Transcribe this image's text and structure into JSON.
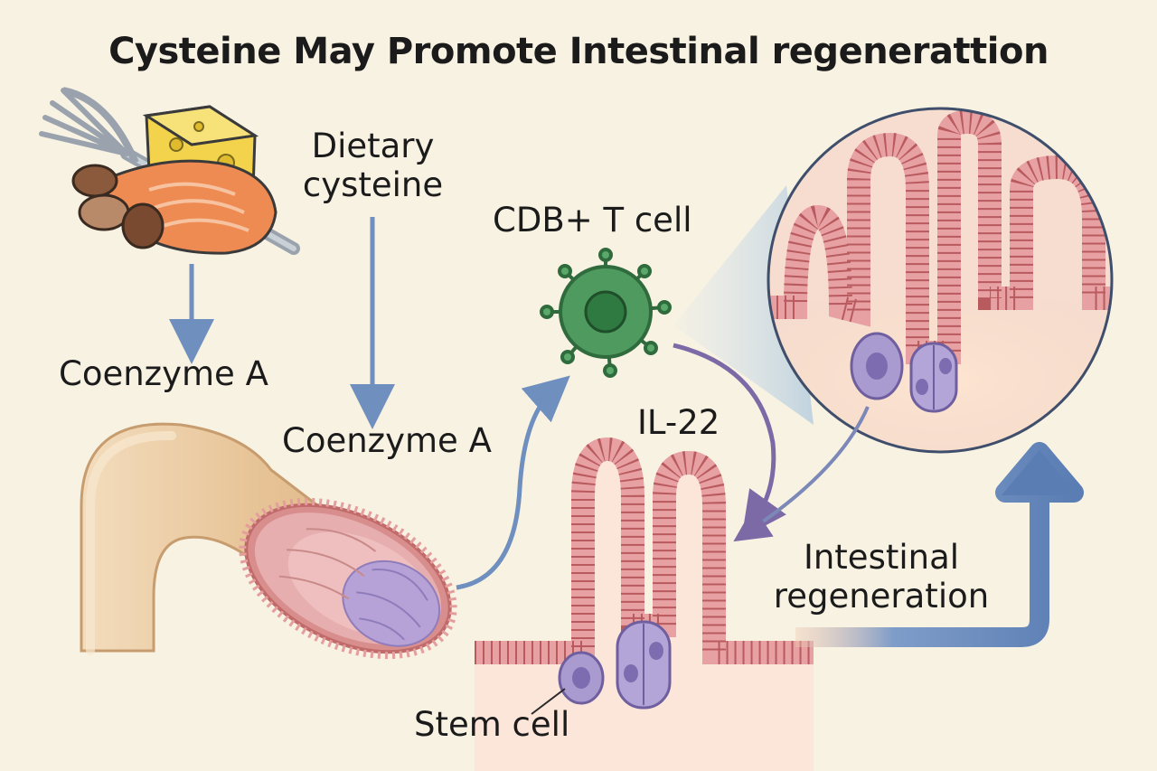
{
  "title": "Cysteine May Promote Intestinal regenerattion",
  "labels": {
    "dietary_cysteine_line1": "Dietary",
    "dietary_cysteine_line2": "cysteine",
    "coenzyme_a_left": "Coenzyme A",
    "coenzyme_a_center": "Coenzyme A",
    "t_cell": "CDB+ T cell",
    "il22": "IL-22",
    "intestinal_regeneration_line1": "Intestinal",
    "intestinal_regeneration_line2": "regeneration",
    "stem_cell": "Stem cell"
  },
  "colors": {
    "background": "#f8f2e3",
    "arrow_blue": "#6f8fbf",
    "arrow_purple": "#7b6aa6",
    "villus_pink": "#e09a9a",
    "stem_cell_purple": "#a99ad0",
    "t_cell_green": "#4f9a5f",
    "tube_beige": "#e9c9a0"
  }
}
